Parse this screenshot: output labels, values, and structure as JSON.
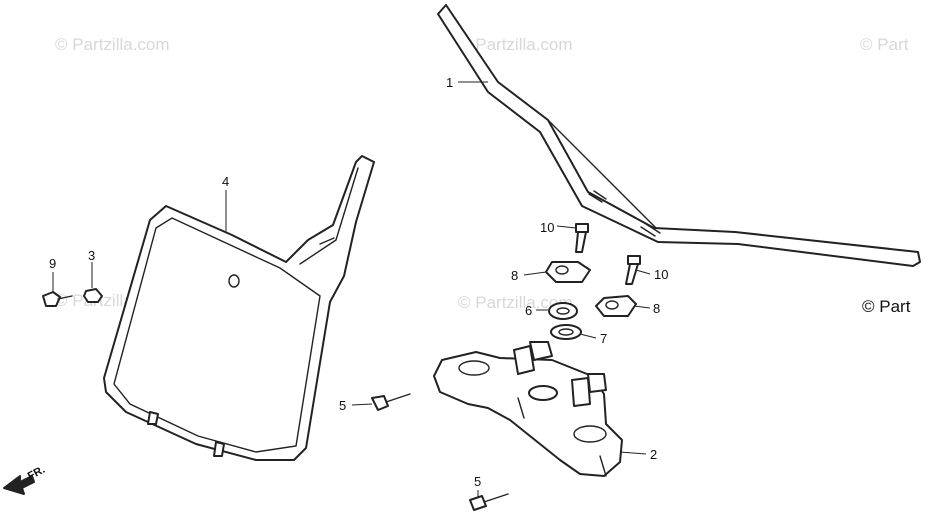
{
  "watermarks": {
    "w1": "© Partzilla.com",
    "w2": "© Partzilla.com",
    "w3": "© Part",
    "w4": "© Partzilla.com",
    "w5": "© Partzilla.com",
    "w6": "© Part"
  },
  "direction_label": "FR.",
  "callouts": {
    "handlebar": "1",
    "top_bridge": "2",
    "collar": "3",
    "number_plate": "4",
    "bolt_upper": "5",
    "bolt_lower": "5",
    "rubber": "6",
    "washer": "7",
    "holder_left": "8",
    "holder_right": "8",
    "screw": "9",
    "bolt_left": "10",
    "bolt_right": "10"
  }
}
